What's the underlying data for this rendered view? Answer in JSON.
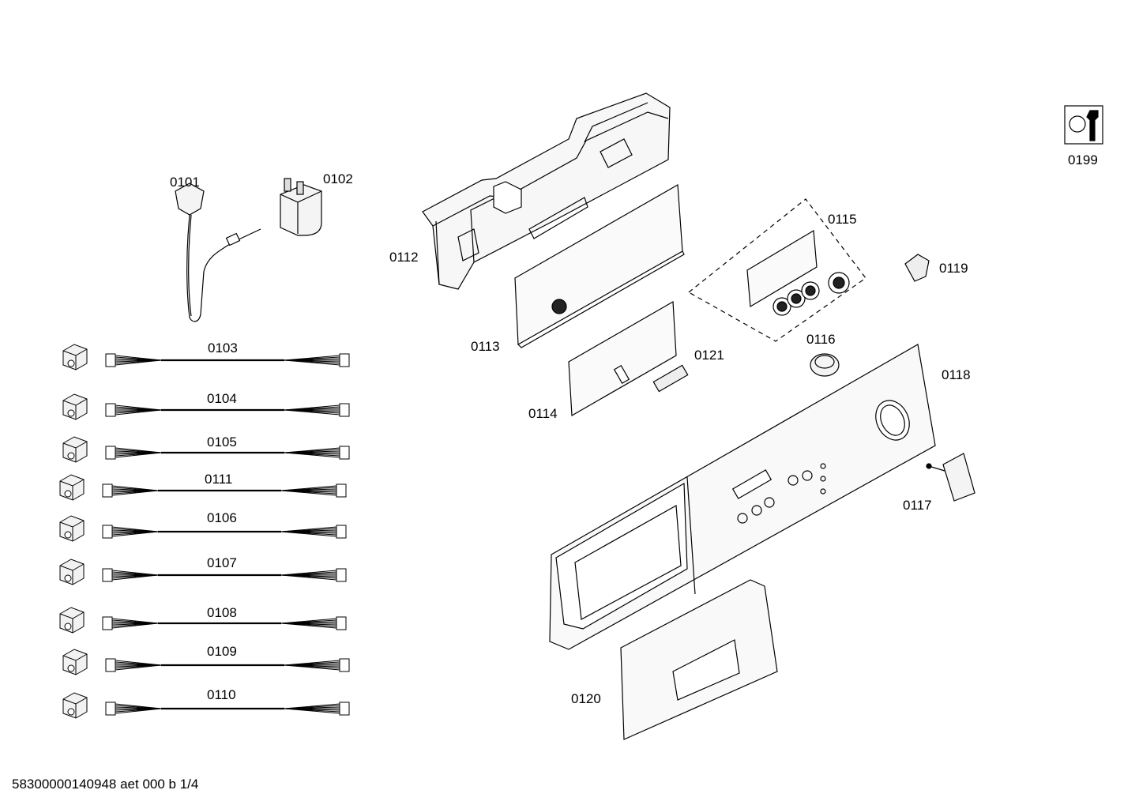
{
  "parts": {
    "p0101": "0101",
    "p0102": "0102",
    "p0103": "0103",
    "p0104": "0104",
    "p0105": "0105",
    "p0111": "0111",
    "p0106": "0106",
    "p0107": "0107",
    "p0108": "0108",
    "p0109": "0109",
    "p0110": "0110",
    "p0112": "0112",
    "p0113": "0113",
    "p0114": "0114",
    "p0115": "0115",
    "p0116": "0116",
    "p0117": "0117",
    "p0118": "0118",
    "p0119": "0119",
    "p0120": "0120",
    "p0121": "0121",
    "p0199": "0199"
  },
  "footer": "58300000140948 aet 000 b 1/4"
}
